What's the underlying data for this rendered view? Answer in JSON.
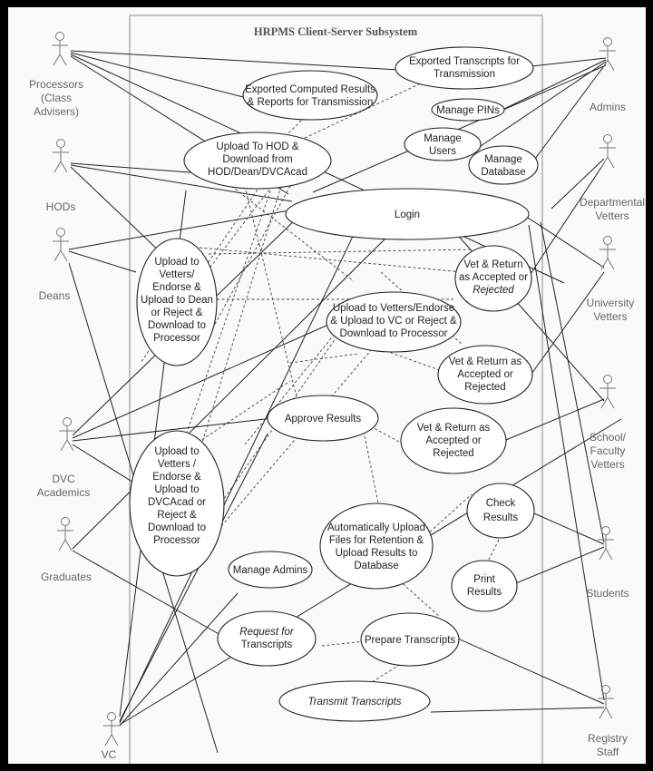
{
  "diagram": {
    "title": "HRPMS Client-Server Subsystem",
    "actors": [
      {
        "id": "processors",
        "label": [
          "Processors",
          "(Class",
          "Advisers)"
        ]
      },
      {
        "id": "hods",
        "label": [
          "HODs"
        ]
      },
      {
        "id": "deans",
        "label": [
          "Deans"
        ]
      },
      {
        "id": "dvc",
        "label": [
          "DVC",
          "Academics"
        ]
      },
      {
        "id": "graduates",
        "label": [
          "Graduates"
        ]
      },
      {
        "id": "vc",
        "label": [
          "VC"
        ]
      },
      {
        "id": "admins",
        "label": [
          "Admins"
        ]
      },
      {
        "id": "dept_vetters",
        "label": [
          "Departmental",
          "Vetters"
        ]
      },
      {
        "id": "univ_vetters",
        "label": [
          "University",
          "Vetters"
        ]
      },
      {
        "id": "school_vetters",
        "label": [
          "School/",
          "Faculty",
          "Vetters"
        ]
      },
      {
        "id": "students",
        "label": [
          "Students"
        ]
      },
      {
        "id": "registry",
        "label": [
          "Registry",
          "Staff"
        ]
      }
    ],
    "use_cases": [
      {
        "id": "exp_transcripts",
        "label": [
          "Exported Transcripts for",
          "Transmission"
        ]
      },
      {
        "id": "exp_results",
        "label": [
          "Exported Computed Results",
          "& Reports for Transmission"
        ]
      },
      {
        "id": "manage_pins",
        "label": [
          "Manage PINs"
        ]
      },
      {
        "id": "manage_users",
        "label": [
          "Manage",
          "Users"
        ]
      },
      {
        "id": "manage_db",
        "label": [
          "Manage",
          "Database"
        ]
      },
      {
        "id": "upload_hod",
        "label": [
          "Upload To HOD &",
          "Download from",
          "HOD/Dean/DVCAcad"
        ]
      },
      {
        "id": "login",
        "label": [
          "Login"
        ]
      },
      {
        "id": "upload_dean",
        "label": [
          "Upload to",
          "Vetters/",
          "Endorse &",
          "Upload to Dean",
          "or Reject &",
          "Download to",
          "Processor"
        ]
      },
      {
        "id": "vet_return_1",
        "label": [
          "Vet & Return",
          "as Accepted or",
          "Rejected"
        ]
      },
      {
        "id": "upload_vc",
        "label": [
          "Upload to Vetters/Endorse",
          "& Upload to VC or Reject &",
          "Download to Processor"
        ]
      },
      {
        "id": "vet_return_2",
        "label": [
          "Vet & Return as",
          "Accepted or",
          "Rejected"
        ]
      },
      {
        "id": "approve",
        "label": [
          "Approve Results"
        ]
      },
      {
        "id": "vet_return_3",
        "label": [
          "Vet & Return as",
          "Accepted or",
          "Rejected"
        ]
      },
      {
        "id": "upload_dvc",
        "label": [
          "Upload to",
          "Vetters /",
          "Endorse &",
          "Upload to",
          "DVCAcad or",
          "Reject &",
          "Download to",
          "Processor"
        ]
      },
      {
        "id": "check_results",
        "label": [
          "Check",
          "Results"
        ]
      },
      {
        "id": "auto_upload",
        "label": [
          "Automatically Upload",
          "Files for Retention &",
          "Upload Results to",
          "Database"
        ]
      },
      {
        "id": "manage_admins",
        "label": [
          "Manage Admins"
        ]
      },
      {
        "id": "print_results",
        "label": [
          "Print",
          "Results"
        ]
      },
      {
        "id": "request_transcripts",
        "label": [
          "Request for",
          "Transcripts"
        ]
      },
      {
        "id": "prepare_transcripts",
        "label": [
          "Prepare Transcripts"
        ]
      },
      {
        "id": "transmit_transcripts",
        "label": [
          "Transmit Transcripts"
        ]
      }
    ]
  }
}
